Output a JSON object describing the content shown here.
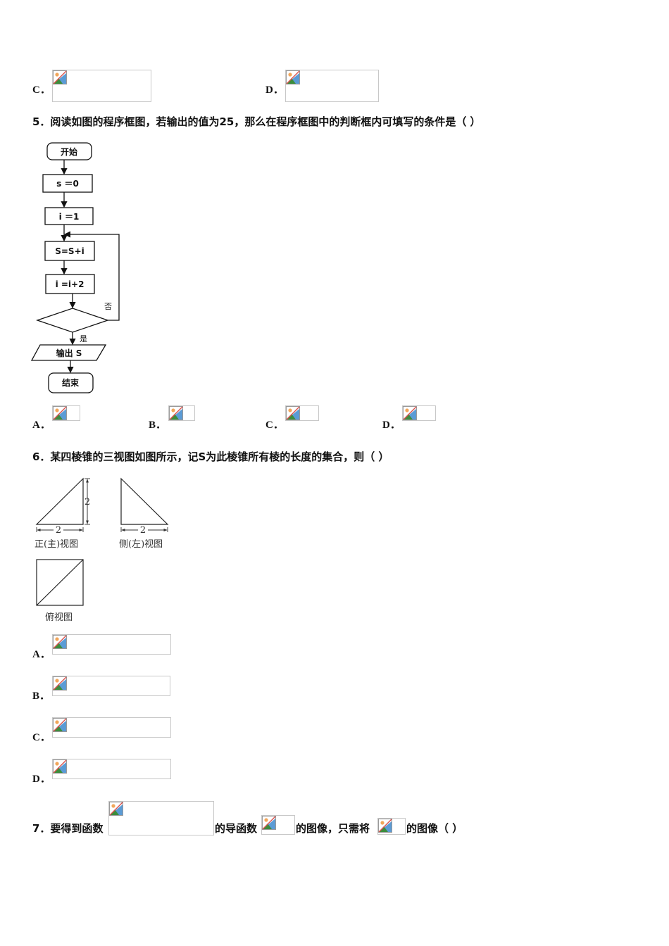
{
  "q4_options": {
    "c": "C．",
    "d": "D．"
  },
  "q5": {
    "text": "5．阅读如图的程序框图，若输出的值为25，那么在程序框图中的判断框内可填写的条件是（    ）",
    "flowchart": {
      "start": "开始",
      "init_s": "s ＝0",
      "init_i": "i ＝1",
      "update_s": "S=S+i",
      "update_i": "i =i+2",
      "no_label": "否",
      "yes_label": "是",
      "output": "输出 S",
      "end": "结束"
    },
    "options": {
      "a": "A．",
      "b": "B．",
      "c": "C．",
      "d": "D．"
    }
  },
  "q6": {
    "text": "6．某四棱锥的三视图如图所示，记S为此棱锥所有棱的长度的集合，则（    ）",
    "front_view_label": "正(主)视图",
    "side_view_label": "侧(左)视图",
    "top_view_label": "俯视图",
    "dim_front_width": "2",
    "dim_front_height": "2",
    "dim_side_width": "2",
    "options": {
      "a": "A．",
      "b": "B．",
      "c": "C．",
      "d": "D．"
    }
  },
  "q7": {
    "prefix": "7．要得到函数",
    "mid1": "的导函数",
    "mid2": "的图像，只需将",
    "suffix": "的图像（    ）"
  }
}
